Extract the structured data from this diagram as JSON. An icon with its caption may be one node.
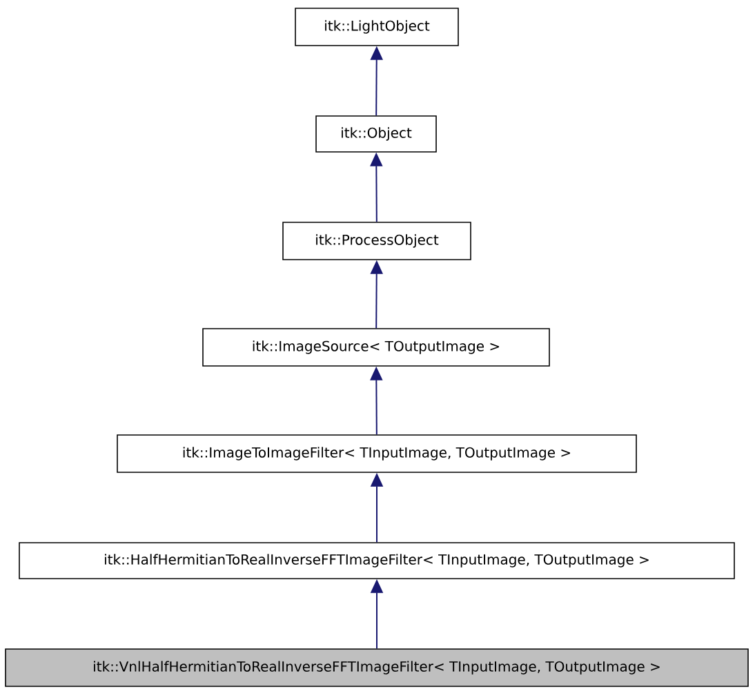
{
  "diagram": {
    "nodes": [
      {
        "text": [
          "itk::LightObject"
        ]
      },
      {
        "text": [
          "itk::Object"
        ]
      },
      {
        "text": [
          "itk::ProcessObject"
        ]
      },
      {
        "text": [
          "itk::ImageSource< TOutputImage >"
        ]
      },
      {
        "text": [
          "itk::ImageToImageFilter< TInputImage, TOutputImage >"
        ]
      },
      {
        "text": [
          "itk::HalfHermitianToRealInverseFFTImageFilter< TInputImage, TOutputImage >"
        ]
      },
      {
        "text": [
          "itk::VnlHalfHermitianToRealInverseFFTImageFilter< TInputImage, TOutputImage >"
        ]
      }
    ],
    "edges": [
      {
        "from": 1,
        "to": 0,
        "arrow": "to"
      },
      {
        "from": 2,
        "to": 1,
        "arrow": "to"
      },
      {
        "from": 3,
        "to": 2,
        "arrow": "to"
      },
      {
        "from": 4,
        "to": 3,
        "arrow": "to"
      },
      {
        "from": 5,
        "to": 4,
        "arrow": "to"
      },
      {
        "from": 6,
        "to": 5,
        "arrow": "to"
      }
    ]
  }
}
